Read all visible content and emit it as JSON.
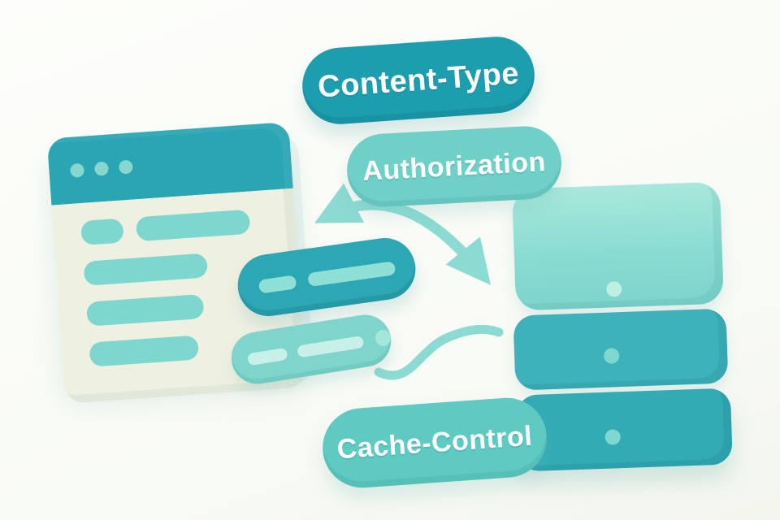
{
  "illustration": {
    "labels": {
      "content_type": "Content-Type",
      "authorization": "Authorization",
      "cache_control": "Cache-Control"
    },
    "colors": {
      "background": "#fcfdf9",
      "teal_dark": "#1d9eaf",
      "teal_mid": "#3eb2bb",
      "teal_light": "#7ed5cc",
      "teal_pale": "#a9e8dc",
      "cream": "#eef0e1",
      "label_text": "#ffffff"
    }
  }
}
